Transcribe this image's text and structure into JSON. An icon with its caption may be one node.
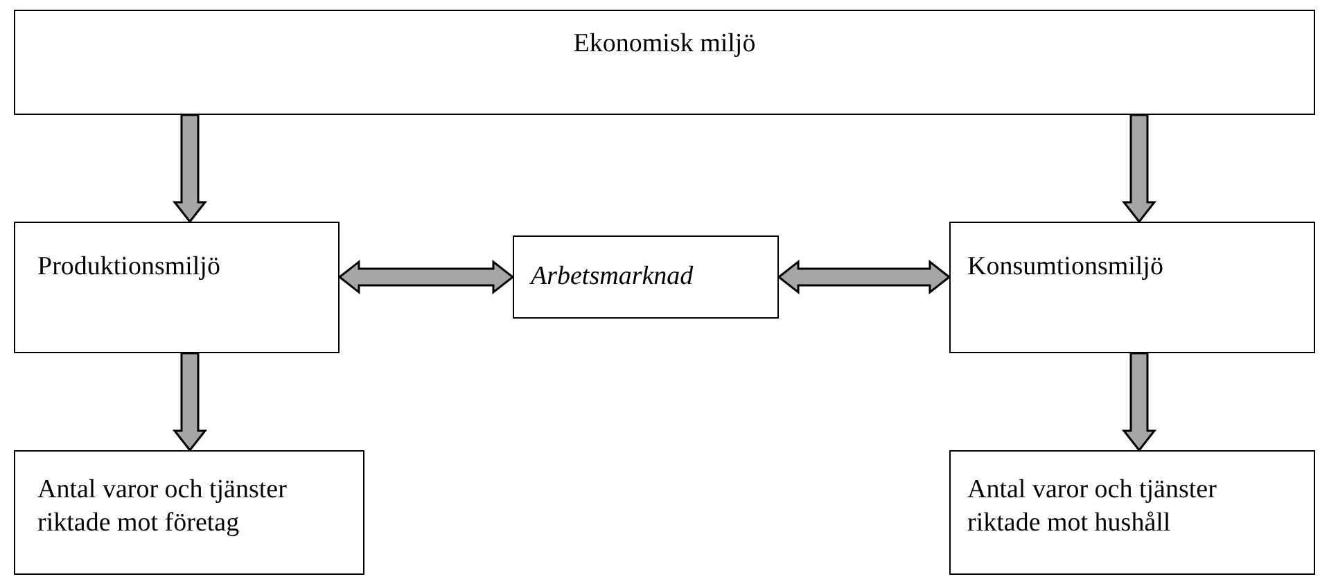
{
  "diagram": {
    "nodes": [
      {
        "text": [
          "Ekonomisk miljö"
        ]
      },
      {
        "text": [
          "Produktionsmiljö"
        ]
      },
      {
        "text": [
          "Arbetsmarknad"
        ]
      },
      {
        "text": [
          "Konsumtionsmiljö"
        ]
      },
      {
        "text": [
          "Antal varor och tjänster riktade mot företag"
        ]
      },
      {
        "text": [
          "Antal varor och tjänster riktade mot hushåll"
        ]
      }
    ],
    "edges": [
      {
        "from": 0,
        "to": 1,
        "arrow": "to",
        "style": "thick"
      },
      {
        "from": 0,
        "to": 3,
        "arrow": "to",
        "style": "thick"
      },
      {
        "from": 1,
        "to": 2,
        "arrow": "both",
        "style": "thick"
      },
      {
        "from": 2,
        "to": 3,
        "arrow": "both",
        "style": "thick"
      },
      {
        "from": 1,
        "to": 4,
        "arrow": "to",
        "style": "thick"
      },
      {
        "from": 3,
        "to": 5,
        "arrow": "to",
        "style": "thick"
      }
    ]
  }
}
